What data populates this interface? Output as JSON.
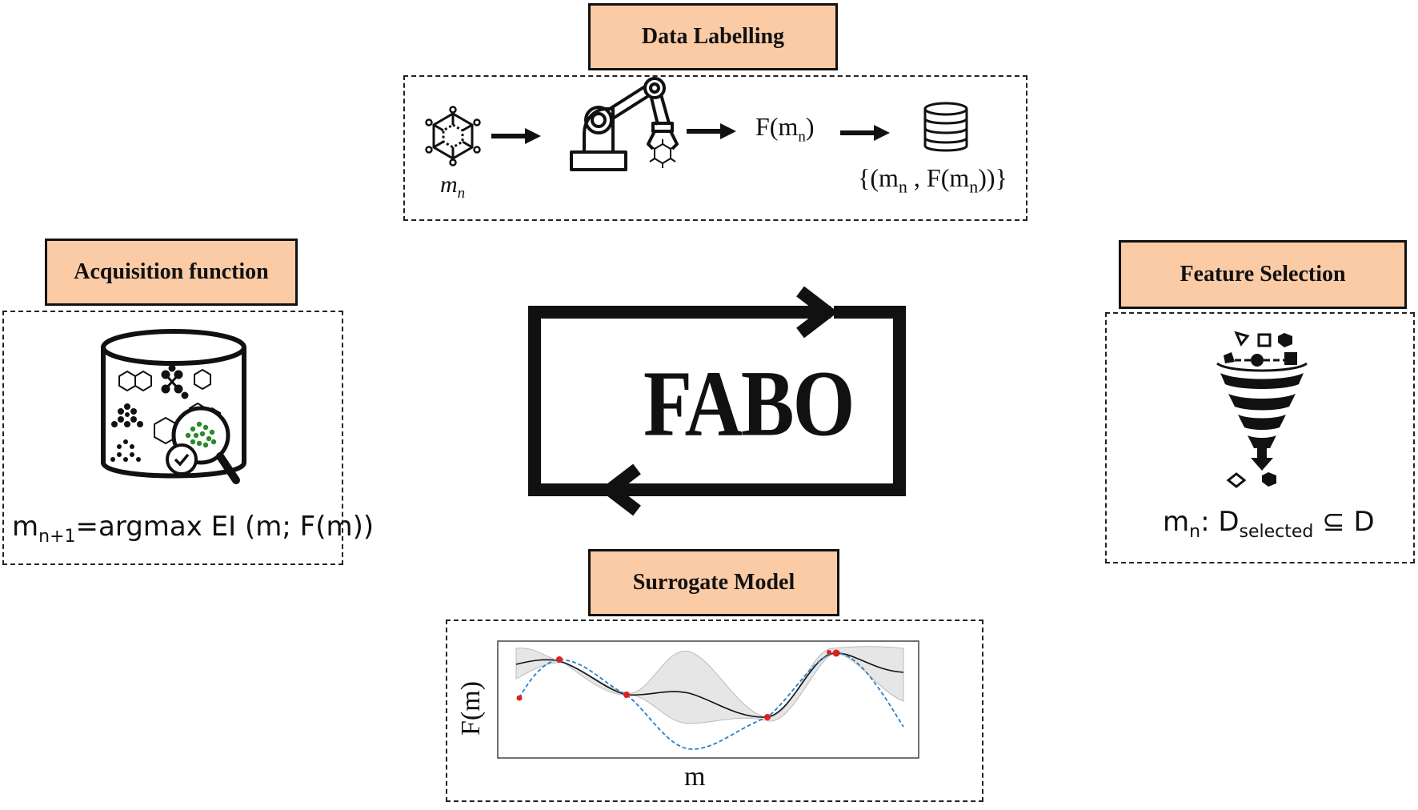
{
  "center": {
    "title": "FABO"
  },
  "data_labelling": {
    "label": "Data Labelling",
    "mol_var": "m",
    "mol_sub": "n",
    "func_main": "F(m",
    "func_sub": "n",
    "func_close": ")",
    "set_open": "{(m",
    "set_sub1": "n",
    "set_mid": ", F(m",
    "set_sub2": "n",
    "set_close": "))}",
    "icons": [
      "molecule-icon",
      "robot-arm-icon",
      "database-icon"
    ]
  },
  "acquisition": {
    "label": "Acquisition function",
    "m": "m",
    "sub": "n+1",
    "formula": "=argmax EI (m;  F(m))",
    "icons": [
      "molecule-database-icon",
      "magnifier-icon"
    ]
  },
  "feature_selection": {
    "label": "Feature Selection",
    "m": "m",
    "sub": "n",
    "rest_a": ": D",
    "sub2": "selected",
    "rest_b": " ⊆ D",
    "icons": [
      "funnel-icon"
    ]
  },
  "surrogate": {
    "label": "Surrogate Model",
    "ylabel": "F(m)",
    "xlabel": "m"
  }
}
